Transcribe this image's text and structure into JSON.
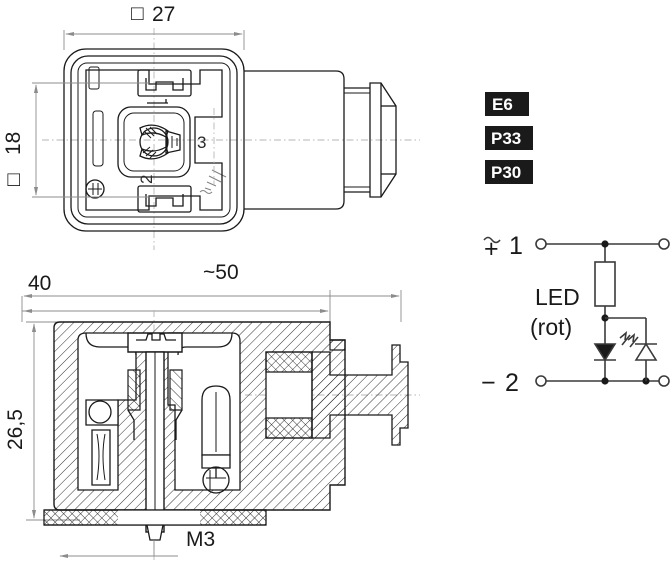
{
  "drawing": {
    "title": "DIN valve connector technical drawing",
    "views": {
      "front": {
        "name": "front-view",
        "label": ""
      },
      "section": {
        "name": "sectional-view",
        "label": ""
      },
      "circuit": {
        "name": "circuit-diagram",
        "label": ""
      }
    }
  },
  "dimensions": {
    "width_square": "27",
    "width_square_symbol": "□",
    "height_square": "18",
    "height_square_symbol": "□",
    "depth_approx": "~50",
    "depth_body": "40",
    "height_section": "26,5",
    "thread": "M3"
  },
  "contacts": {
    "pin_1": "1",
    "pin_2": "2",
    "pin_3": "3",
    "ground_symbol": "earth-ground"
  },
  "badges": [
    {
      "code": "E6"
    },
    {
      "code": "P33"
    },
    {
      "code": "P30"
    }
  ],
  "circuit": {
    "terminal_top_symbol": "≃",
    "terminal_top_sign": "+",
    "terminal_top_number": "1",
    "terminal_bottom_sign": "−",
    "terminal_bottom_number": "2",
    "component_label": "LED",
    "component_color": "(rot)",
    "resistor": "series-resistor",
    "diode": "protection-diode"
  },
  "colors": {
    "line": "#1a1a1a",
    "faint": "#8c8c8c",
    "badge_bg": "#1a1a1a",
    "badge_fg": "#ffffff",
    "background": "#ffffff"
  }
}
